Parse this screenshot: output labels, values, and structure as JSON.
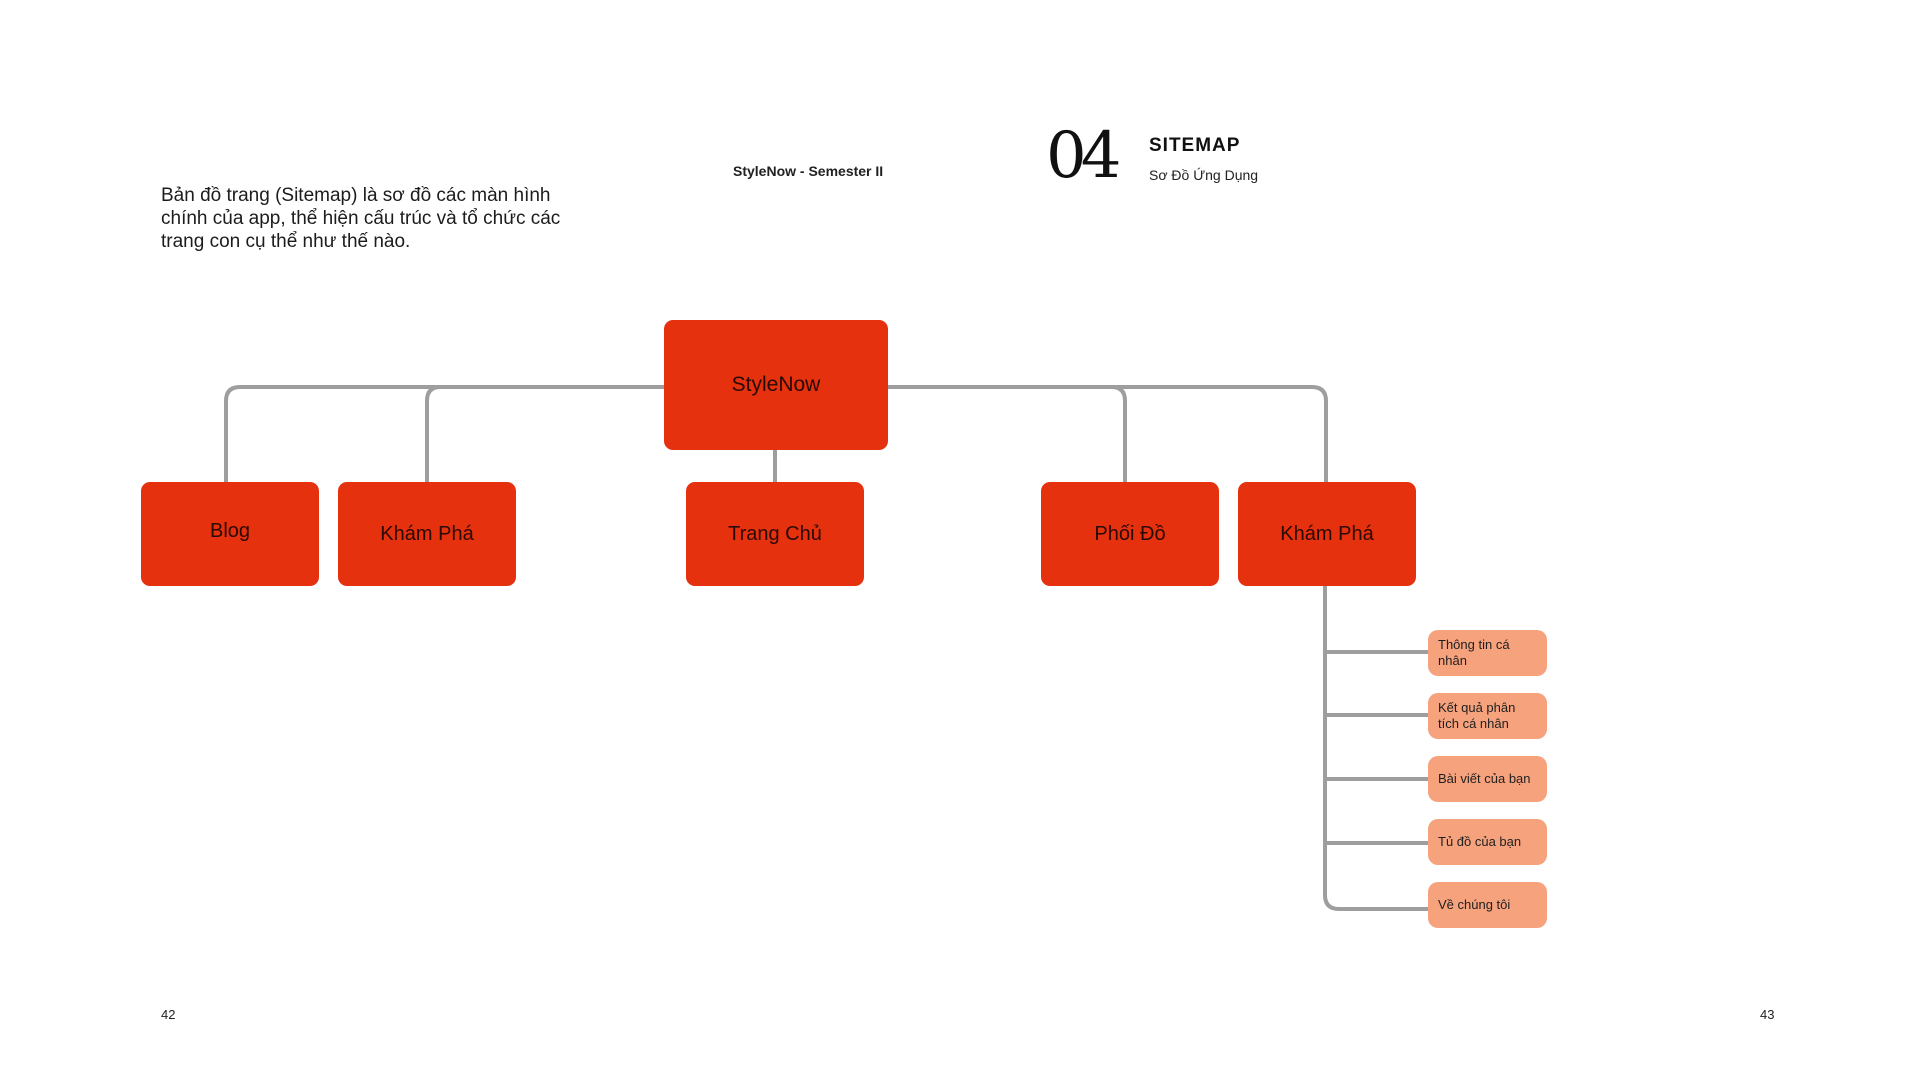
{
  "intro_text": "Bản đồ trang (Sitemap) là sơ đồ các màn hình chính của app, thể hiện cấu trúc và tổ chức các trang con cụ thể như thế nào.",
  "header": {
    "doc_title": "StyleNow - Semester II",
    "section_number": "04",
    "section_title": "SITEMAP",
    "section_subtitle": "Sơ Đồ Ứng Dụng"
  },
  "sitemap": {
    "root": "StyleNow",
    "children": [
      "Blog",
      "Khám Phá",
      "Trang Chủ",
      "Phối Đồ",
      "Khám Phá"
    ],
    "sub_items": [
      "Thông tin cá nhân",
      "Kết quả phân tích cá nhân",
      "Bài viết của bạn",
      "Tủ đồ của bạn",
      "Về chúng tôi"
    ]
  },
  "footer": {
    "page_left": "42",
    "page_right": "43"
  },
  "colors": {
    "node": "#e5310e",
    "leaf": "#f6a27d",
    "connector": "#9e9e9e"
  }
}
